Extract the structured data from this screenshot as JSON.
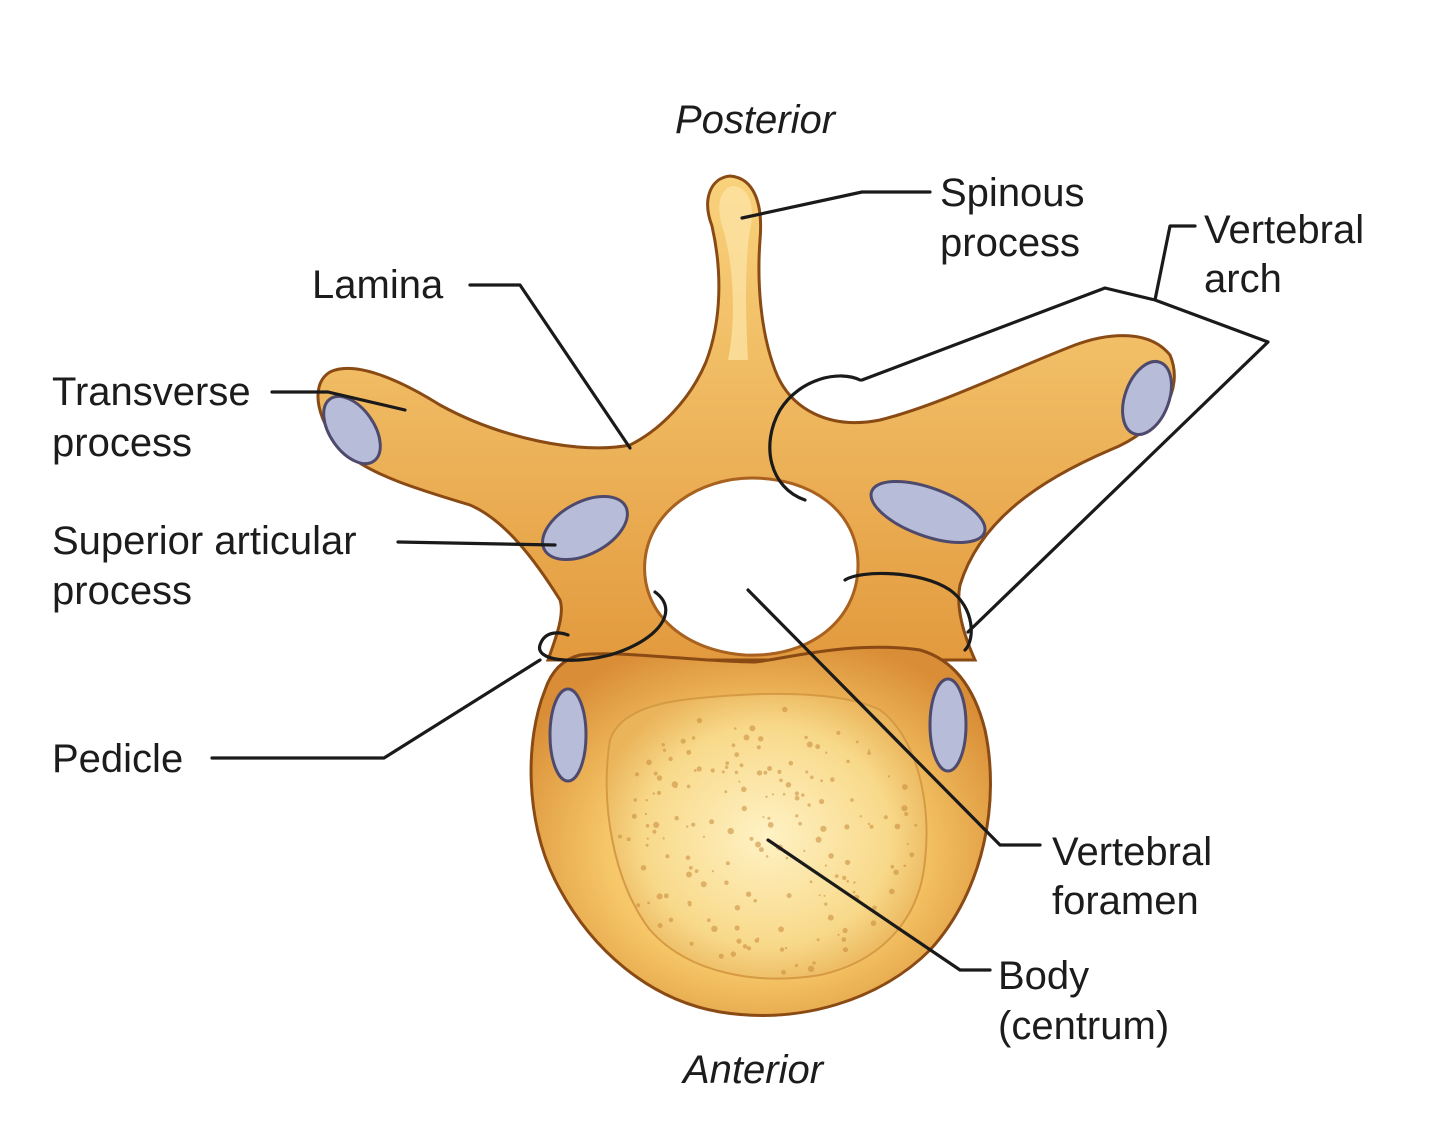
{
  "orientation": {
    "top": "Posterior",
    "bottom": "Anterior"
  },
  "labels": {
    "spinous_process": [
      "Spinous",
      "process"
    ],
    "vertebral_arch": [
      "Vertebral",
      "arch"
    ],
    "lamina": [
      "Lamina"
    ],
    "transverse_process": [
      "Transverse",
      "process"
    ],
    "superior_articular_process": [
      "Superior articular",
      "process"
    ],
    "pedicle": [
      "Pedicle"
    ],
    "vertebral_foramen": [
      "Vertebral",
      "foramen"
    ],
    "body": [
      "Body",
      "(centrum)"
    ]
  },
  "colors": {
    "bone_light": "#fbe6a4",
    "bone_mid": "#f4c060",
    "bone_dark": "#c57a2a",
    "facet": "#b7bdd9",
    "text": "#1c1c1c"
  }
}
